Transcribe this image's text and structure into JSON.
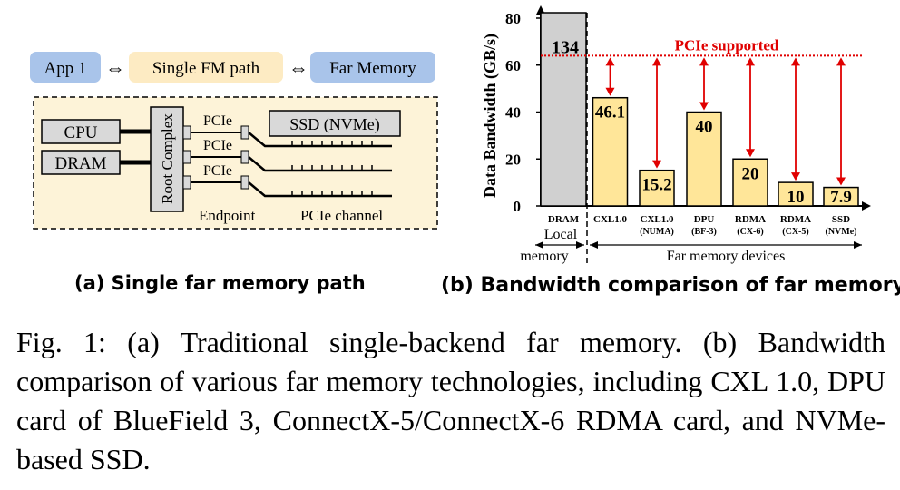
{
  "panel_a": {
    "app_label": "App 1",
    "path_label": "Single FM path",
    "far_memory_label": "Far Memory",
    "arrow_glyph": "⇔",
    "cpu_label": "CPU",
    "dram_label": "DRAM",
    "root_complex_label": "Root Complex",
    "pcie_labels": [
      "PCIe",
      "PCIe",
      "PCIe"
    ],
    "ssd_label": "SSD (NVMe)",
    "endpoint_label": "Endpoint",
    "channel_label": "PCIe channel",
    "colors": {
      "app_box": "#a9c4ea",
      "path_box": "#fdebc3",
      "panel_bg": "#fdf3d8",
      "gray_box": "#d9d9d9"
    }
  },
  "captions": {
    "a": "(a) Single far memory path",
    "b": "(b) Bandwidth comparison of far memory",
    "figure": "Fig. 1: (a) Traditional single-backend far memory. (b) Bandwidth comparison of various far memory technologies, including CXL 1.0, DPU card of BlueField 3, ConnectX-5/ConnectX-6 RDMA card, and NVMe-based SSD."
  },
  "chart_data": {
    "type": "bar",
    "ylabel": "Data Bandwidth (GB/s)",
    "ylim": [
      0,
      80
    ],
    "yticks": [
      0,
      20,
      40,
      60,
      80
    ],
    "grid": false,
    "categories": [
      [
        "DRAM",
        ""
      ],
      [
        "CXL1.0",
        ""
      ],
      [
        "CXL1.0",
        "(NUMA)"
      ],
      [
        "DPU",
        "(BF-3)"
      ],
      [
        "RDMA",
        "(CX-6)"
      ],
      [
        "RDMA",
        "(CX-5)"
      ],
      [
        "SSD",
        "(NVMe)"
      ]
    ],
    "values": [
      134,
      46.1,
      15.2,
      40,
      20,
      10,
      7.9
    ],
    "value_labels": [
      "134",
      "46.1",
      "15.2",
      "40",
      "20",
      "10",
      "7.9"
    ],
    "reference_line": {
      "value": 64,
      "label": "PCIe supported",
      "color": "#e00000"
    },
    "groups": [
      {
        "label_lines": [
          "Local",
          "memory"
        ]
      },
      {
        "label_lines": [
          "Far memory devices"
        ]
      }
    ],
    "colors": {
      "dram_bar": "#d0d0d0",
      "far_bar": "#ffe699",
      "arrow": "#e00000"
    }
  }
}
